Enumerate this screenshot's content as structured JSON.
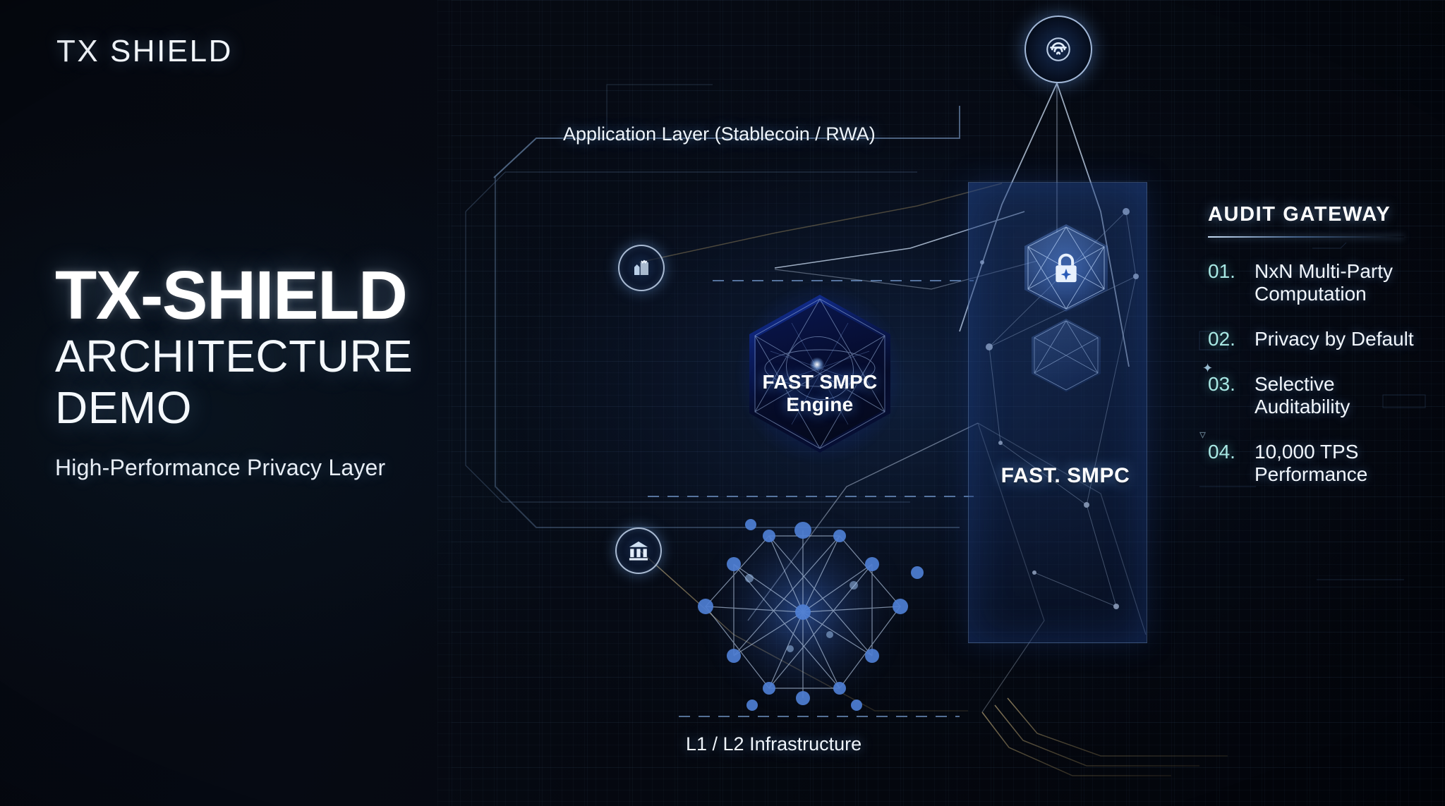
{
  "brand": {
    "logo": "TX SHIELD"
  },
  "hero": {
    "title": "TX-SHIELD",
    "subtitle_line1": "ARCHITECTURE",
    "subtitle_line2": "DEMO",
    "tagline": "High-Performance Privacy Layer"
  },
  "diagram": {
    "top_label": "Application Layer (Stablecoin / RWA)",
    "bottom_label": "L1 / L2 Infrastructure",
    "engine": {
      "line1": "FAST SMPC",
      "line2": "Engine"
    },
    "panel_label": "FAST. SMPC",
    "icons": {
      "top_node": "fingerprint-node-icon",
      "app_badge": "application-icon",
      "bank_badge": "bank-institution-icon",
      "lock_hex": "padlock-icon",
      "mesh": "network-mesh-icon"
    }
  },
  "audit": {
    "title": "AUDIT GATEWAY",
    "items": [
      {
        "num": "01.",
        "text": "NxN Multi-Party Computation"
      },
      {
        "num": "02.",
        "text": "Privacy by Default"
      },
      {
        "num": "03.",
        "text": "Selective Auditability"
      },
      {
        "num": "04.",
        "text": "10,000 TPS Performance"
      }
    ]
  },
  "colors": {
    "background": "#04070d",
    "accent_blue": "#1a4fd6",
    "accent_cyan": "#a8e8e4",
    "text_primary": "#ffffff",
    "panel_blue": "#20407a"
  }
}
